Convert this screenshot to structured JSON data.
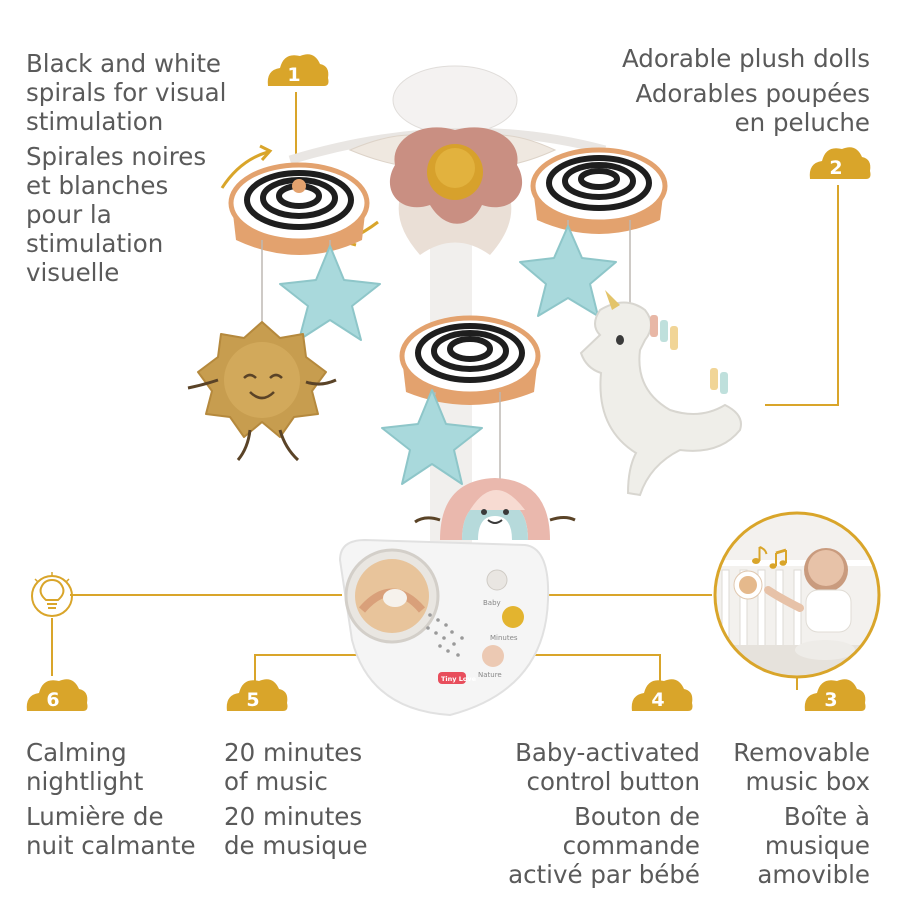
{
  "accent_color": "#D9A52A",
  "callouts": [
    {
      "number": "1",
      "en": [
        "Black and white",
        "spirals for visual",
        "stimulation"
      ],
      "fr": [
        "Spirales noires",
        "et blanches",
        "pour la",
        "stimulation",
        "visuelle"
      ]
    },
    {
      "number": "2",
      "en": [
        "Adorable plush dolls"
      ],
      "fr": [
        "Adorables poupées",
        "en peluche"
      ]
    },
    {
      "number": "3",
      "en": [
        "Removable",
        "music box"
      ],
      "fr": [
        "Boîte à",
        "musique",
        "amovible"
      ]
    },
    {
      "number": "4",
      "en": [
        "Baby-activated",
        "control button"
      ],
      "fr": [
        "Bouton de",
        "commande",
        "activé par bébé"
      ]
    },
    {
      "number": "5",
      "en": [
        "20 minutes",
        "of music"
      ],
      "fr": [
        "20 minutes",
        "de musique"
      ]
    },
    {
      "number": "6",
      "en": [
        "Calming",
        "nightlight"
      ],
      "fr": [
        "Lumière de",
        "nuit calmante"
      ]
    }
  ],
  "device_labels": {
    "brand": "Tiny Love",
    "button_top": "Baby",
    "button_mid": "Minutes",
    "button_bottom": "Nature"
  },
  "icons": [
    "lightbulb-icon",
    "music-note-icon",
    "rotation-arrow-icon"
  ]
}
